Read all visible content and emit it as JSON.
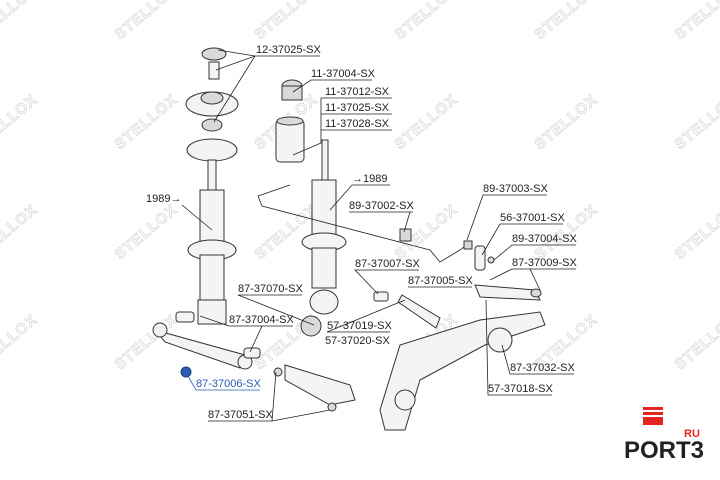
{
  "labels": {
    "l1": "12-37025-SX",
    "l2": "11-37004-SX",
    "l3": "11-37012-SX",
    "l4": "11-37025-SX",
    "l5": "11-37028-SX",
    "l6": "→1989",
    "l7": "1989→",
    "l8": "89-37002-SX",
    "l9": "89-37003-SX",
    "l10": "56-37001-SX",
    "l11": "89-37004-SX",
    "l12": "87-37007-SX",
    "l13": "87-37009-SX",
    "l14": "87-37005-SX",
    "l15": "87-37070-SX",
    "l16": "87-37004-SX",
    "l17": "57-37019-SX",
    "l18": "57-37020-SX",
    "l19": "87-37032-SX",
    "l20": "57-37018-SX",
    "l21": "87-37006-SX",
    "l22": "87-37051-SX"
  },
  "watermark": "STELLOX",
  "logo": {
    "text": "PORT3",
    "suffix": "RU"
  },
  "colors": {
    "highlight": "#2a5db0",
    "logo_red": "#e52521"
  }
}
